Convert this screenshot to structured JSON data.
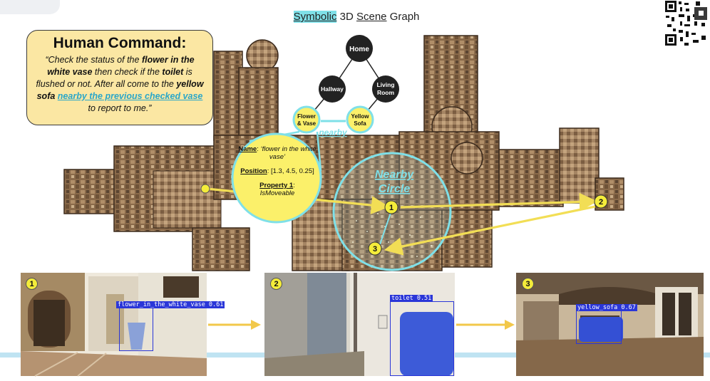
{
  "title": {
    "symbolic": "Symbolic",
    "three_d": "3D",
    "scene": "Scene",
    "graph": "Graph"
  },
  "command": {
    "heading": "Human Command:",
    "part1": "“Check the status of the ",
    "obj1": "flower in the white vase",
    "part2": " then check if the ",
    "obj2": "toilet",
    "part3": " is flushed or not. After all come to the ",
    "obj3": "yellow sofa",
    "part4": " ",
    "link": "nearby the previous checked vase ",
    "part5": "to report to me.”"
  },
  "graph": {
    "nodes": {
      "home": "Home",
      "hallway": "Hallway",
      "living_room_1": "Living",
      "living_room_2": "Room",
      "flower_1": "Flower",
      "flower_2": "& Vase",
      "sofa_1": "Yellow",
      "sofa_2": "Sofa"
    },
    "edge_label": "nearby",
    "nearby_circle_1": "Nearby",
    "nearby_circle_2": "Circle"
  },
  "property": {
    "name_key": "Name",
    "name_val": "‘flower in the white vase’",
    "position_key": "Position",
    "position_val": "[1.3, 4.5, 0.25]",
    "property_key": "Property 1",
    "property_val": "IsMoveable"
  },
  "waypoints": [
    "1",
    "2",
    "3"
  ],
  "views": [
    {
      "badge": "1",
      "label": "flower_in_the_white_vase 0.61"
    },
    {
      "badge": "2",
      "label": "toilet 0.51"
    },
    {
      "badge": "3",
      "label": "yellow_sofa 0.67"
    }
  ],
  "colors": {
    "cyan": "#7fe0e8",
    "yellow": "#f4ec3a",
    "arrow": "#f2de55",
    "command_bg": "#fbe7a3",
    "detection": "#2a36d8"
  }
}
